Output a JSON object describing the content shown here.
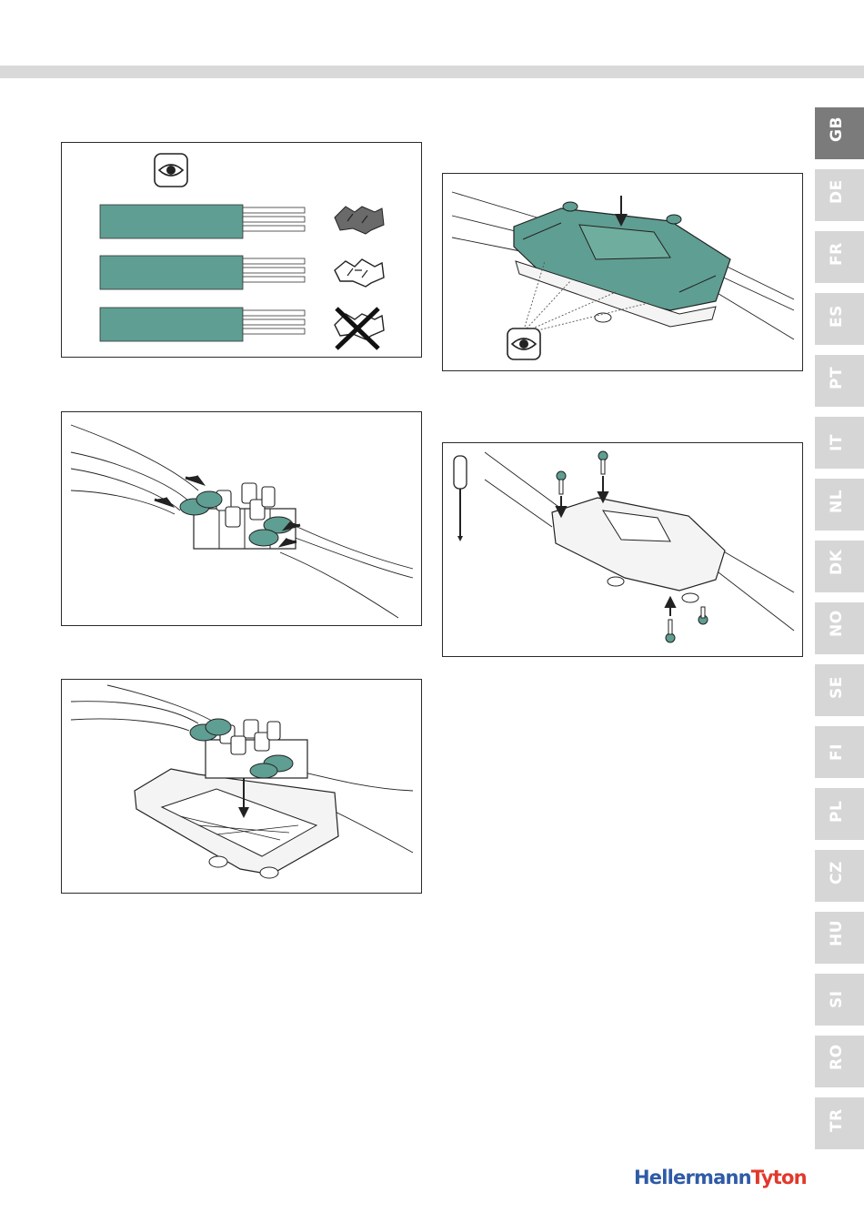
{
  "language_tabs": [
    {
      "code": "GB",
      "active": true
    },
    {
      "code": "DE",
      "active": false
    },
    {
      "code": "FR",
      "active": false
    },
    {
      "code": "ES",
      "active": false
    },
    {
      "code": "PT",
      "active": false
    },
    {
      "code": "IT",
      "active": false
    },
    {
      "code": "NL",
      "active": false
    },
    {
      "code": "DK",
      "active": false
    },
    {
      "code": "NO",
      "active": false
    },
    {
      "code": "SE",
      "active": false
    },
    {
      "code": "FI",
      "active": false
    },
    {
      "code": "PL",
      "active": false
    },
    {
      "code": "CZ",
      "active": false
    },
    {
      "code": "HU",
      "active": false
    },
    {
      "code": "SI",
      "active": false
    },
    {
      "code": "RO",
      "active": false
    },
    {
      "code": "TR",
      "active": false
    }
  ],
  "brand": {
    "part1": "Hellermann",
    "part2": "Tyton"
  },
  "colors": {
    "teal": "#5f9e92",
    "tab_active": "#7b7b7b",
    "tab_inactive": "#d6d6d6",
    "brand_blue": "#2f5aa6",
    "brand_red": "#e2382a"
  },
  "figures": [
    {
      "id": "cable-selection",
      "icons": [
        "eye-icon",
        "clip-ok-icon",
        "clip-ok-icon",
        "clip-crossed-icon"
      ]
    },
    {
      "id": "insert-cables",
      "icons": [
        "arrow-icon"
      ]
    },
    {
      "id": "place-in-base",
      "icons": [
        "arrow-down-icon"
      ]
    },
    {
      "id": "close-lid",
      "icons": [
        "arrow-down-icon",
        "eye-icon"
      ]
    },
    {
      "id": "fasten-screws",
      "icons": [
        "screwdriver-icon",
        "screw-icon"
      ]
    }
  ]
}
